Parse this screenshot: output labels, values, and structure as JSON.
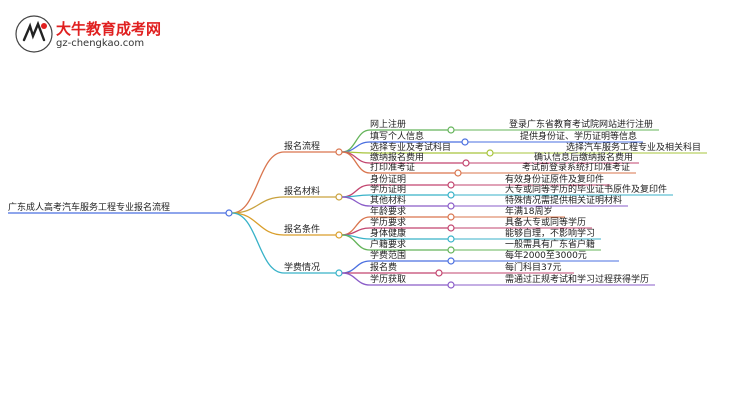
{
  "header": {
    "brand": "大牛教育成考网",
    "site": "gz-chengkao.com"
  },
  "root": {
    "label": "广东成人高考汽车服务工程专业报名流程",
    "color": "#4a6fe0"
  },
  "branches": [
    {
      "label": "报名流程",
      "color": "#d9754e",
      "children": [
        {
          "label": "网上注册",
          "color": "#64b45a",
          "detail": "登录广东省教育考试院网站进行注册"
        },
        {
          "label": "填写个人信息",
          "color": "#4a6fe0",
          "detail": "提供身份证、学历证明等信息"
        },
        {
          "label": "选择专业及考试科目",
          "color": "#a7c43c",
          "detail": "选择汽车服务工程专业及相关科目"
        },
        {
          "label": "缴纳报名费用",
          "color": "#c2456f",
          "detail": "确认信息后缴纳报名费用"
        },
        {
          "label": "打印准考证",
          "color": "#d9754e",
          "detail": "考试前登录系统打印准考证"
        }
      ]
    },
    {
      "label": "报名材料",
      "color": "#c9a23e",
      "children": [
        {
          "label": "身份证明",
          "color": "#c2456f",
          "detail": "有效身份证原件及复印件"
        },
        {
          "label": "学历证明",
          "color": "#38b2c8",
          "detail": "大专或同等学历的毕业证书原件及复印件"
        },
        {
          "label": "其他材料",
          "color": "#8a5cc8",
          "detail": "特殊情况需提供相关证明材料"
        }
      ]
    },
    {
      "label": "报名条件",
      "color": "#d99e2a",
      "children": [
        {
          "label": "年龄要求",
          "color": "#d9754e",
          "detail": "年满18周岁"
        },
        {
          "label": "学历要求",
          "color": "#c2456f",
          "detail": "具备大专或同等学历"
        },
        {
          "label": "身体健康",
          "color": "#38b2c8",
          "detail": "能够自理，不影响学习"
        },
        {
          "label": "户籍要求",
          "color": "#64b45a",
          "detail": "一般需具有广东省户籍"
        }
      ]
    },
    {
      "label": "学费情况",
      "color": "#38b2c8",
      "children": [
        {
          "label": "学费范围",
          "color": "#4a6fe0",
          "detail": "每年2000至3000元"
        },
        {
          "label": "报名费",
          "color": "#c2456f",
          "detail": "每门科目37元"
        },
        {
          "label": "学历获取",
          "color": "#8a5cc8",
          "detail": "需通过正规考试和学习过程获得学历"
        }
      ]
    }
  ]
}
